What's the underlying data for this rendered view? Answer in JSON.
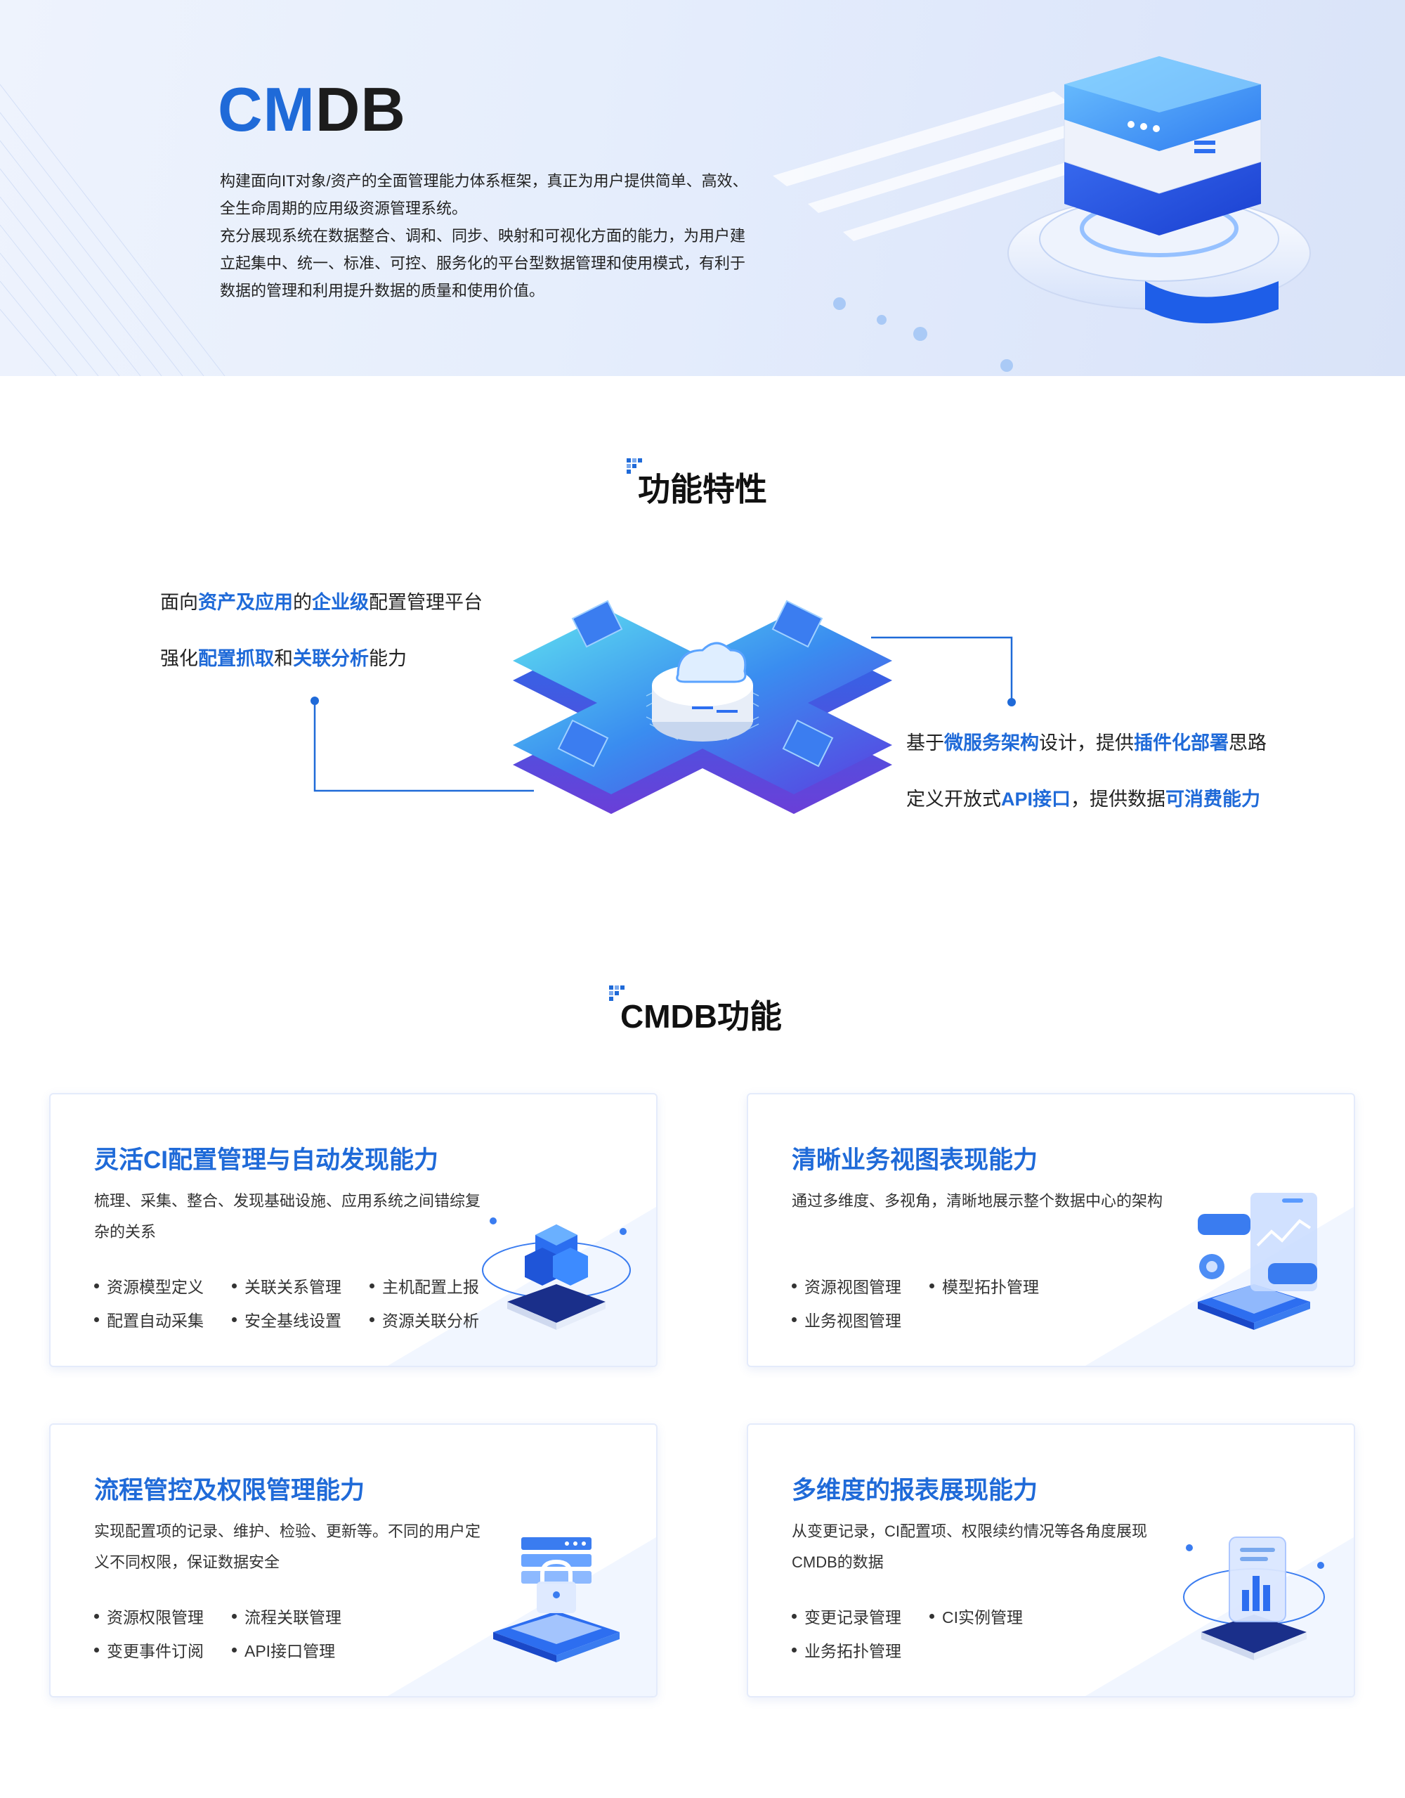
{
  "hero": {
    "title_cm": "CM",
    "title_db": "DB",
    "desc1": "构建面向IT对象/资产的全面管理能力体系框架，真正为用户提供简单、高效、全生命周期的应用级资源管理系统。",
    "desc2": "充分展现系统在数据整合、调和、同步、映射和可视化方面的能力，为用户建立起集中、统一、标准、可控、服务化的平台型数据管理和使用模式，有利于数据的管理和利用提升数据的质量和使用价值。"
  },
  "features": {
    "title": "功能特性",
    "line1": {
      "p1": "面向",
      "b1": "资产及应用",
      "p2": "的",
      "b2": "企业级",
      "p3": "配置管理平台"
    },
    "line2": {
      "p1": "强化",
      "b1": "配置抓取",
      "p2": "和",
      "b2": "关联分析",
      "p3": "能力"
    },
    "line3": {
      "p1": "基于",
      "b1": "微服务架构",
      "p2": "设计，提供",
      "b2": "插件化部署",
      "p3": "思路"
    },
    "line4": {
      "p1": "定义开放式",
      "b1": "API接口",
      "p2": "，提供数据",
      "b2": "可消费能力"
    }
  },
  "functions": {
    "title": "CMDB功能",
    "cards": [
      {
        "title": "灵活CI配置管理与自动发现能力",
        "desc": "梳理、采集、整合、发现基础设施、应用系统之间错综复杂的关系",
        "items": [
          "资源模型定义",
          "关联关系管理",
          "主机配置上报",
          "配置自动采集",
          "安全基线设置",
          "资源关联分析"
        ],
        "icon": "cube-icon"
      },
      {
        "title": "清晰业务视图表现能力",
        "desc": "通过多维度、多视角，清晰地展示整个数据中心的架构",
        "items": [
          "资源视图管理",
          "模型拓扑管理",
          "业务视图管理"
        ],
        "icon": "chart-window-icon"
      },
      {
        "title": "流程管控及权限管理能力",
        "desc": "实现配置项的记录、维护、检验、更新等。不同的用户定义不同权限，保证数据安全",
        "items": [
          "资源权限管理",
          "流程关联管理",
          "变更事件订阅",
          "API接口管理"
        ],
        "icon": "lock-server-icon"
      },
      {
        "title": "多维度的报表展现能力",
        "desc": "从变更记录，CI配置项、权限续约情况等各角度展现CMDB的数据",
        "items": [
          "变更记录管理",
          "CI实例管理",
          "业务拓扑管理"
        ],
        "icon": "report-icon"
      }
    ]
  },
  "colors": {
    "accent": "#1f6ad8",
    "text": "#222222"
  }
}
